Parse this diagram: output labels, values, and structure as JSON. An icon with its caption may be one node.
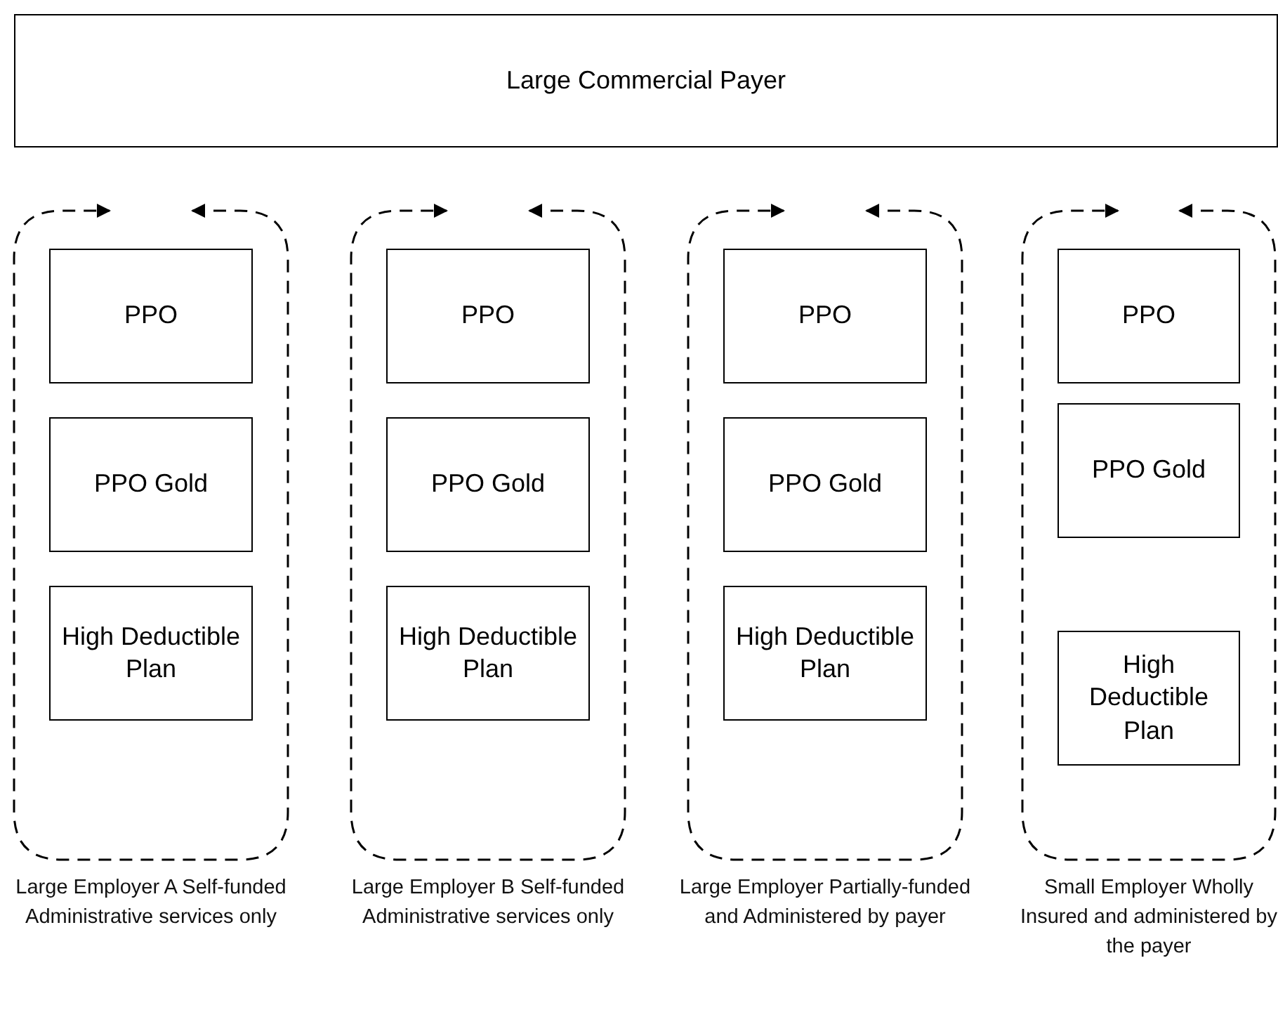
{
  "diagram": {
    "nodes": [
      {
        "text": [
          "Large Commercial Payer"
        ]
      },
      {
        "text": [],
        "shape": "box",
        "beside": [
          "Large Employer A Self-funded Administrative services only"
        ]
      },
      {
        "text": [
          "PPO"
        ],
        "in": 1
      },
      {
        "text": [
          "PPO Gold"
        ],
        "in": 1
      },
      {
        "text": [
          "High Deductible Plan"
        ],
        "in": 1
      },
      {
        "text": [],
        "shape": "box",
        "beside": [
          "Large Employer B Self-funded Administrative services only"
        ]
      },
      {
        "text": [
          "PPO"
        ],
        "in": 5
      },
      {
        "text": [
          "PPO Gold"
        ],
        "in": 5
      },
      {
        "text": [
          "High Deductible Plan"
        ],
        "in": 5
      },
      {
        "text": [],
        "shape": "box",
        "beside": [
          "Large Employer Partially-funded and Administered by payer"
        ]
      },
      {
        "text": [
          "PPO"
        ],
        "in": 9
      },
      {
        "text": [
          "PPO Gold"
        ],
        "in": 9
      },
      {
        "text": [
          "High Deductible Plan"
        ],
        "in": 9
      },
      {
        "text": [],
        "shape": "box",
        "beside": [
          "Small Employer Wholly Insured and administered by the payer"
        ]
      },
      {
        "text": [
          "PPO"
        ],
        "in": 13
      },
      {
        "text": [
          "PPO Gold"
        ],
        "in": 13
      },
      {
        "text": [
          "High Deductible Plan"
        ],
        "in": 13
      }
    ]
  }
}
